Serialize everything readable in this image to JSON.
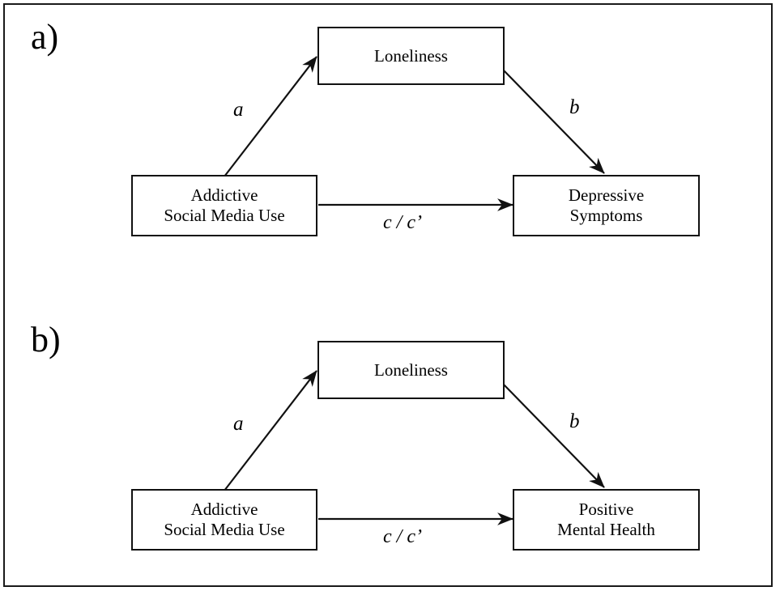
{
  "figure": {
    "panels": [
      {
        "id": "a",
        "label": "a)",
        "nodes": {
          "mediator": {
            "name": "loneliness-box",
            "lines": [
              "Loneliness"
            ]
          },
          "predictor": {
            "name": "addictive-social-media-use-box",
            "lines": [
              "Addictive",
              "Social Media Use"
            ]
          },
          "outcome": {
            "name": "depressive-symptoms-box",
            "lines": [
              "Depressive",
              "Symptoms"
            ]
          }
        },
        "paths": {
          "a": "a",
          "b": "b",
          "c": "c / c’"
        }
      },
      {
        "id": "b",
        "label": "b)",
        "nodes": {
          "mediator": {
            "name": "loneliness-box",
            "lines": [
              "Loneliness"
            ]
          },
          "predictor": {
            "name": "addictive-social-media-use-box",
            "lines": [
              "Addictive",
              "Social Media Use"
            ]
          },
          "outcome": {
            "name": "positive-mental-health-box",
            "lines": [
              "Positive",
              "Mental Health"
            ]
          }
        },
        "paths": {
          "a": "a",
          "b": "b",
          "c": "c / c’"
        }
      }
    ],
    "colors": {
      "stroke": "#111111",
      "frame": "#1a1a1a",
      "background": "#ffffff",
      "text": "#000000"
    }
  }
}
